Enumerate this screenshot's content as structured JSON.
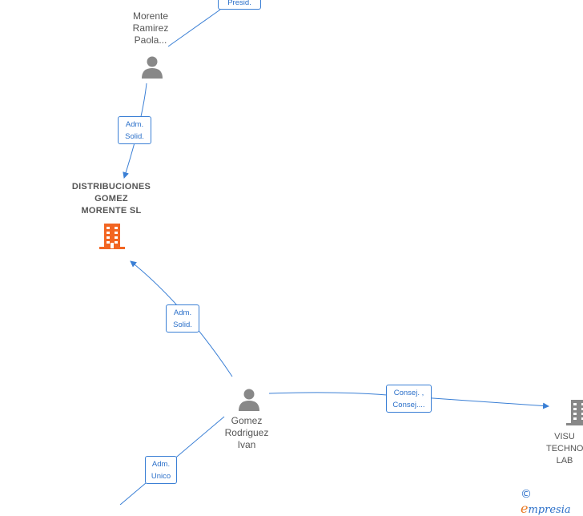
{
  "nodes": {
    "person_morente": {
      "label": "Morente\nRamirez\nPaola..."
    },
    "company_distribuciones": {
      "label": "DISTRIBUCIONES\nGOMEZ\nMORENTE  SL"
    },
    "person_gomez": {
      "label": "Gomez\nRodriguez\nIvan"
    },
    "company_visu": {
      "label": "VISU\nTECHNO\nLAB"
    }
  },
  "edges": {
    "presid": {
      "line1": "Presid.",
      "line2": ""
    },
    "adm_solid_top": {
      "line1": "Adm.",
      "line2": "Solid."
    },
    "adm_solid_mid": {
      "line1": "Adm.",
      "line2": "Solid."
    },
    "consej": {
      "line1": "Consej. ,",
      "line2": "Consej...."
    },
    "adm_unico": {
      "line1": "Adm.",
      "line2": "Unico"
    }
  },
  "brand": {
    "copyright": "©",
    "e": "e",
    "rest": "mpresia"
  },
  "colors": {
    "edge": "#3a7fd5",
    "person_icon": "#888888",
    "focus_company_icon": "#f26522",
    "company_icon": "#888888"
  }
}
